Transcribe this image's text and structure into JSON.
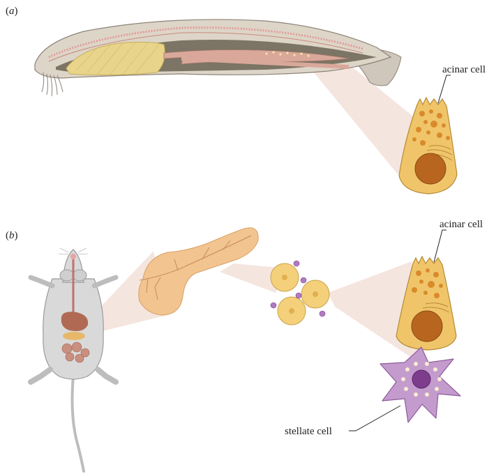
{
  "panels": [
    {
      "id": "a",
      "label_prefix": "(",
      "label_letter": "a",
      "label_suffix": ")",
      "callouts": [
        "acinar cell"
      ]
    },
    {
      "id": "b",
      "label_prefix": "(",
      "label_letter": "b",
      "label_suffix": ")",
      "callouts": [
        "acinar cell",
        "stellate cell"
      ]
    }
  ],
  "colors": {
    "zoom_wedge": "#f3e1d9",
    "acinar_cell": "#f0c56a",
    "acinar_granule": "#d98a2b",
    "nucleus": "#b8661f",
    "stellate_cell": "#c49bcd",
    "stellate_nucleus": "#7e3c8c",
    "pancreas": "#f2c48f",
    "lamprey_body": "#d8d0c4",
    "mouse_body": "#d9d9d9"
  }
}
